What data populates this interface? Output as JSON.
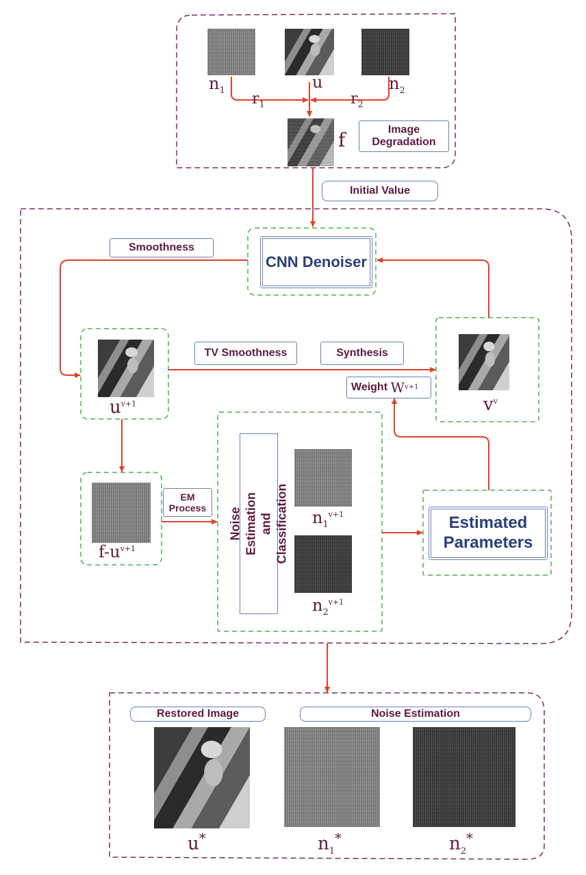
{
  "degradation": {
    "noise1_label": "n",
    "noise1_sub": "1",
    "clean_label": "u",
    "noise2_label": "n",
    "noise2_sub": "2",
    "ratio1_label": "r",
    "ratio1_sub": "1",
    "ratio2_label": "r",
    "ratio2_sub": "2",
    "observed_label": "f",
    "stage_tag": "Image Degradation"
  },
  "initial_value_tag": "Initial Value",
  "loop": {
    "smoothness_tag": "Smoothness",
    "cnn_denoiser": "CNN Denoiser",
    "u_label": "u",
    "u_sup": "v+1",
    "tv_smoothness_tag": "TV Smoothness",
    "synthesis_tag": "Synthesis",
    "weight_tag": "Weight",
    "weight_symbol": "W",
    "weight_sup": "v+1",
    "v_label": "v",
    "v_sup": "v",
    "residual_label": "f-u",
    "residual_sup": "v+1",
    "em_tag": "EM Process",
    "noise_estimation_vertical": "Noise Estimation and Classification",
    "n1_label": "n",
    "n1_sub": "1",
    "n1_sup": "v+1",
    "n2_label": "n",
    "n2_sub": "2",
    "n2_sup": "v+1",
    "estimated_parameters": "Estimated Parameters"
  },
  "output": {
    "restored_tag": "Restored Image",
    "noise_estimation_tag": "Noise Estimation",
    "u_star": "u",
    "n1_star": "n",
    "n1_sub": "1",
    "n2_star": "n",
    "n2_sub": "2",
    "star": "*"
  },
  "colors": {
    "stage_border": "#7a2b5e",
    "module_border": "#4caf50",
    "arrow": "#e0402a",
    "tag_border": "#6b7fb6",
    "tag_text": "#5d1a3e",
    "title_text": "#2a3f7a"
  }
}
